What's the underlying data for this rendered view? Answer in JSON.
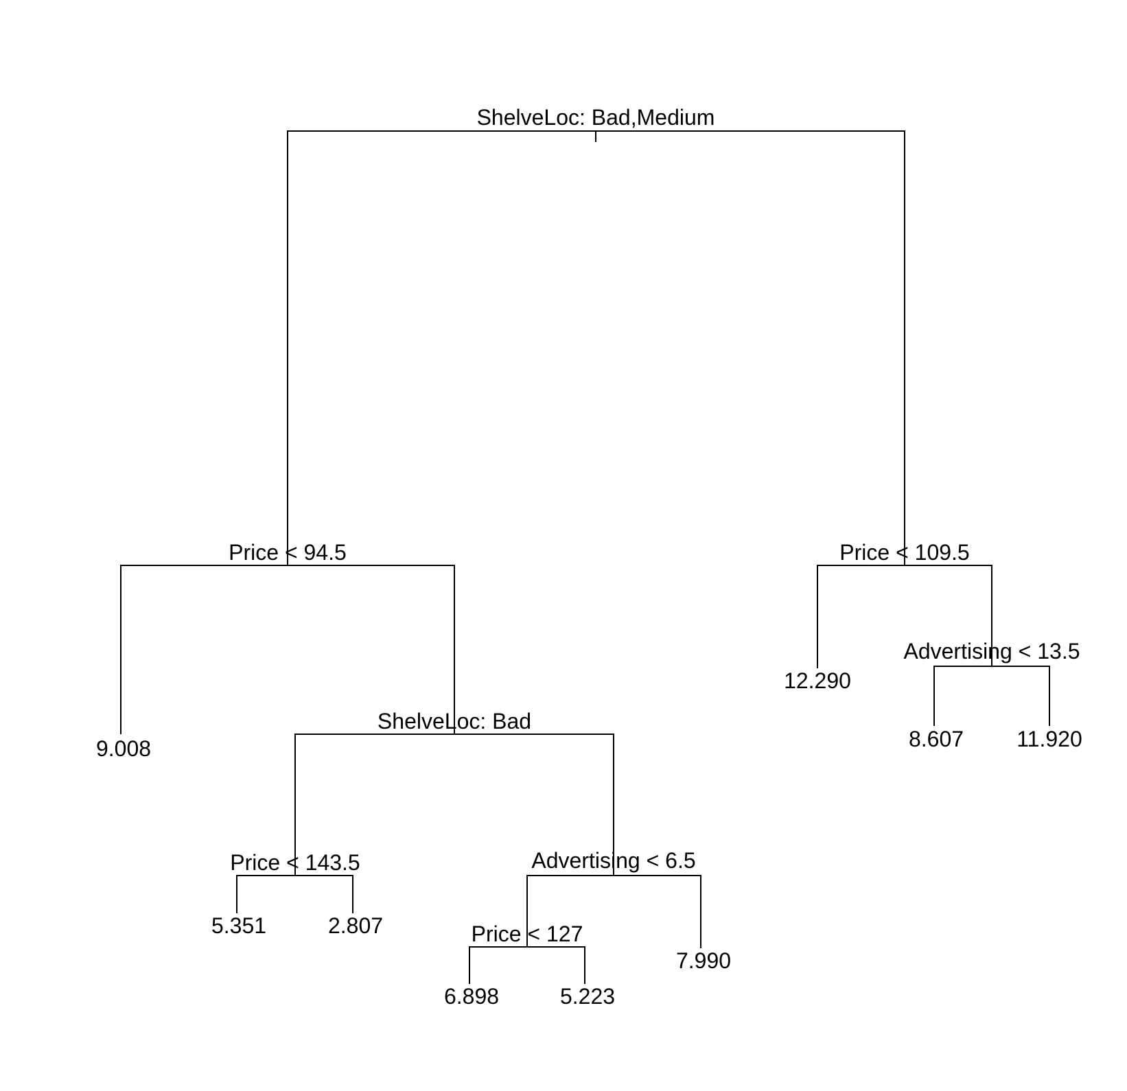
{
  "colors": {
    "background": "#ffffff",
    "line": "#000000",
    "text": "#000000"
  },
  "tree": {
    "splits": [
      {
        "id": "root",
        "label": "ShelveLoc: Bad,Medium"
      },
      {
        "id": "left",
        "label": "Price < 94.5"
      },
      {
        "id": "right",
        "label": "Price < 109.5"
      },
      {
        "id": "left-right",
        "label": "ShelveLoc: Bad"
      },
      {
        "id": "right-right",
        "label": "Advertising < 13.5"
      },
      {
        "id": "lrl",
        "label": "Price < 143.5"
      },
      {
        "id": "lrr",
        "label": "Advertising < 6.5"
      },
      {
        "id": "lrrl",
        "label": "Price < 127"
      }
    ],
    "leaves": [
      {
        "id": "leaf-ll",
        "value": "9.008"
      },
      {
        "id": "leaf-lrll",
        "value": "5.351"
      },
      {
        "id": "leaf-lrlr",
        "value": "2.807"
      },
      {
        "id": "leaf-lrrll",
        "value": "6.898"
      },
      {
        "id": "leaf-lrrlr",
        "value": "5.223"
      },
      {
        "id": "leaf-lrrr",
        "value": "7.990"
      },
      {
        "id": "leaf-rl",
        "value": "12.290"
      },
      {
        "id": "leaf-rrl",
        "value": "8.607"
      },
      {
        "id": "leaf-rrr",
        "value": "11.920"
      }
    ]
  }
}
